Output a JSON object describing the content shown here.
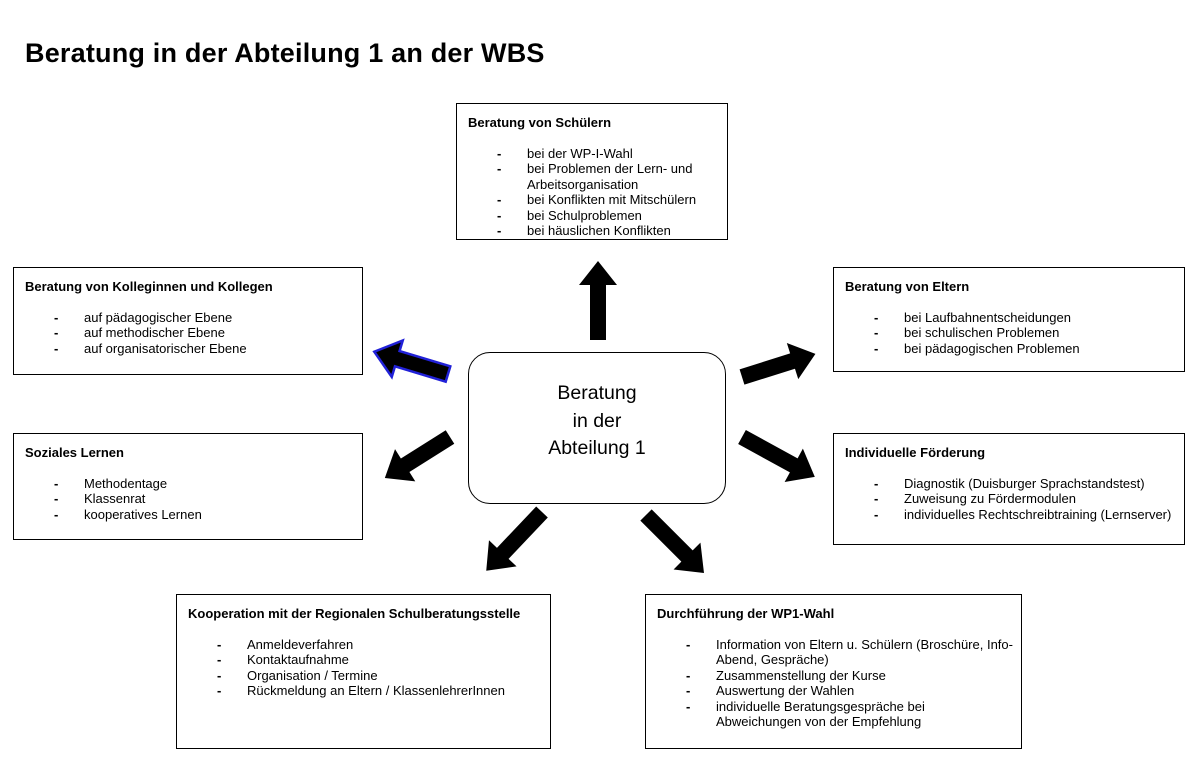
{
  "title": "Beratung in der Abteilung 1 an der WBS",
  "bullet_char": "-",
  "colors": {
    "background": "#ffffff",
    "text": "#000000",
    "box_border": "#000000",
    "arrow_fill": "#000000",
    "arrow_outline_blue": "#2121d8"
  },
  "center_node": {
    "lines": [
      "Beratung",
      "in der",
      "Abteilung 1"
    ]
  },
  "nodes": {
    "schueler": {
      "title": "Beratung von Schülern",
      "items": [
        "bei der WP-I-Wahl",
        "bei Problemen der Lern- und Arbeitsorganisation",
        "bei Konflikten mit Mitschülern",
        "bei Schulproblemen",
        "bei häuslichen Konflikten"
      ]
    },
    "kollegen": {
      "title": "Beratung von Kolleginnen und Kollegen",
      "items": [
        "auf pädagogischer Ebene",
        "auf methodischer Ebene",
        "auf organisatorischer Ebene"
      ]
    },
    "soziales": {
      "title": "Soziales Lernen",
      "items": [
        "Methodentage",
        "Klassenrat",
        "kooperatives Lernen"
      ]
    },
    "eltern": {
      "title": "Beratung von Eltern",
      "items": [
        "bei Laufbahnentscheidungen",
        "bei schulischen Problemen",
        "bei pädagogischen Problemen"
      ]
    },
    "foerderung": {
      "title": "Individuelle Förderung",
      "items": [
        "Diagnostik (Duisburger Sprachstandstest)",
        "Zuweisung zu Fördermodulen",
        "individuelles Rechtschreibtraining (Lernserver)"
      ]
    },
    "kooperation": {
      "title": "Kooperation mit der Regionalen Schulberatungsstelle",
      "items": [
        "Anmeldeverfahren",
        "Kontaktaufnahme",
        "Organisation / Termine",
        "Rückmeldung an Eltern / KlassenlehrerInnen"
      ]
    },
    "wp1": {
      "title": "Durchführung der WP1-Wahl",
      "items": [
        "Information von Eltern u. Schülern (Broschüre, Info-Abend, Gespräche)",
        "Zusammenstellung der Kurse",
        "Auswertung der Wahlen",
        "individuelle Beratungsgespräche bei Abweichungen von der Empfehlung"
      ]
    }
  }
}
